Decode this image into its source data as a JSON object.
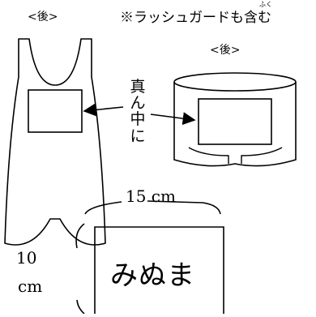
{
  "labels": {
    "back_left": "<後>",
    "note": "※ラッシュガードも含む",
    "note_ruby": "ふく",
    "back_right": "<後>",
    "center_vertical": [
      "真",
      "ん",
      "中",
      "に"
    ]
  },
  "sample_tag": {
    "width_label": "15 cm",
    "height_value": "10",
    "height_unit": "cm",
    "name_text": "みぬま"
  },
  "colors": {
    "line": "#000000",
    "background": "#ffffff"
  }
}
